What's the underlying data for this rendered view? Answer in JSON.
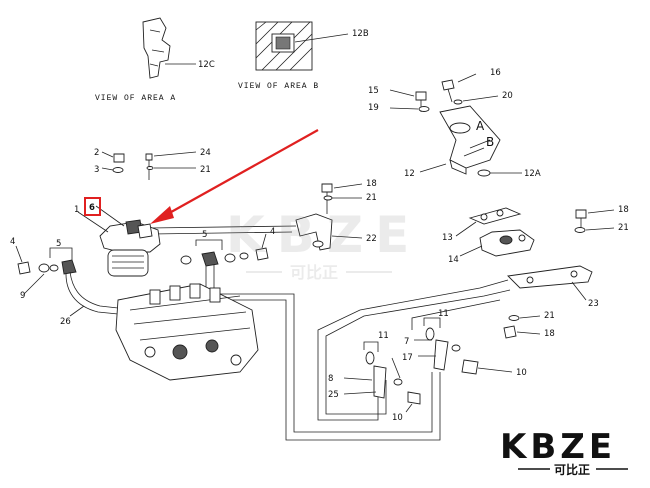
{
  "captions": {
    "view_a": "VIEW OF AREA A",
    "view_b": "VIEW OF AREA B",
    "letter_a": "A",
    "letter_b": "B"
  },
  "callouts": {
    "c1": "1",
    "c2": "2",
    "c3": "3",
    "c4a": "4",
    "c4b": "4",
    "c5a": "5",
    "c5b": "5",
    "c6": "6",
    "c7": "7",
    "c8": "8",
    "c9": "9",
    "c10a": "10",
    "c10b": "10",
    "c11a": "11",
    "c11b": "11",
    "c12": "12",
    "c12a": "12A",
    "c12b": "12B",
    "c12c": "12C",
    "c13": "13",
    "c14": "14",
    "c15": "15",
    "c16": "16",
    "c17": "17",
    "c18a": "18",
    "c18b": "18",
    "c18c": "18",
    "c19": "19",
    "c20": "20",
    "c21a": "21",
    "c21b": "21",
    "c21c": "21",
    "c21d": "21",
    "c22": "22",
    "c23": "23",
    "c24": "24",
    "c25": "25",
    "c26": "26"
  },
  "watermark": {
    "center_text": "KBZE",
    "center_sub": "可比正",
    "corner_text": "KBZE",
    "corner_sub": "可比正"
  },
  "highlight": {
    "target_label": "6",
    "color": "#e02020"
  }
}
